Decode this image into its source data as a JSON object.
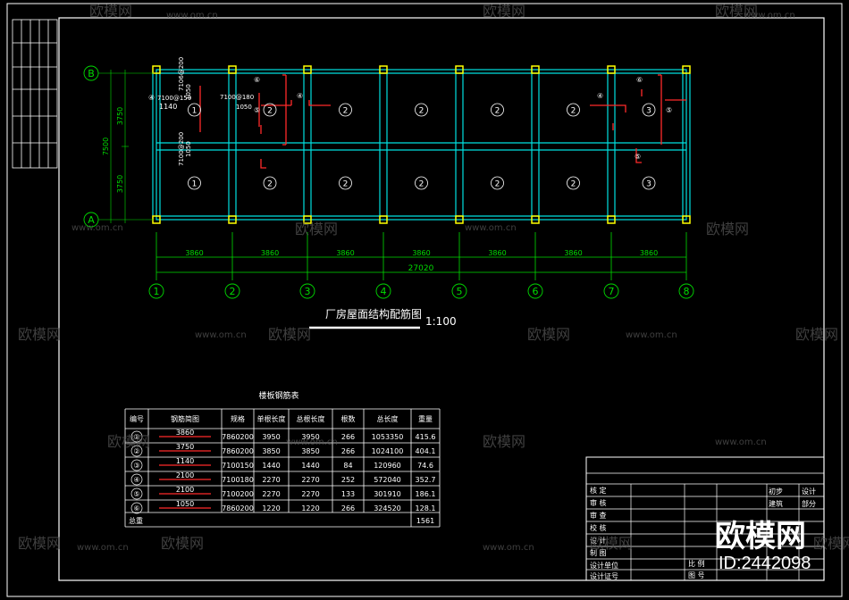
{
  "plan": {
    "axis_rows": [
      "B",
      "A"
    ],
    "axis_cols": [
      "1",
      "2",
      "3",
      "4",
      "5",
      "6",
      "7",
      "8"
    ],
    "col_spacing": [
      "3860",
      "3860",
      "3860",
      "3860",
      "3860",
      "3860",
      "3860"
    ],
    "total_width": "27020",
    "row_spacing": [
      "3750",
      "3750"
    ],
    "total_depth": "7500",
    "slab_ids_top": [
      "1",
      "2",
      "2",
      "2",
      "2",
      "2",
      "3"
    ],
    "slab_ids_bottom": [
      "1",
      "2",
      "2",
      "2",
      "2",
      "2",
      "3"
    ],
    "title": "厂房屋面结构配筋图",
    "scale": "1:100",
    "callouts": {
      "c4": "④",
      "c5": "⑤",
      "c6": "⑥",
      "a1": "7100@150",
      "a2": "1140",
      "a3": "7100@180",
      "a4": "1050",
      "a5": "7106@200",
      "a6": "1050",
      "a7": "7100@200",
      "a8": "1050"
    }
  },
  "rebar_table": {
    "title": "楼板钢筋表",
    "headers": [
      "编号",
      "钢筋简图",
      "规格",
      "单根长度",
      "总根长度",
      "根数",
      "总长度",
      "重量"
    ],
    "rows": [
      {
        "id": "①",
        "sketch": "3860",
        "spec": "7860200",
        "single_len": "3950",
        "len2": "3950",
        "count": "266",
        "total_len": "1053350",
        "weight": "415.6"
      },
      {
        "id": "②",
        "sketch": "3750",
        "spec": "7860200",
        "single_len": "3850",
        "len2": "3850",
        "count": "266",
        "total_len": "1024100",
        "weight": "404.1"
      },
      {
        "id": "③",
        "sketch": "1140",
        "spec": "7100150",
        "single_len": "1440",
        "len2": "1440",
        "count": "84",
        "total_len": "120960",
        "weight": "74.6"
      },
      {
        "id": "④",
        "sketch": "2100",
        "spec": "7100180",
        "single_len": "2270",
        "len2": "2270",
        "count": "252",
        "total_len": "572040",
        "weight": "352.7"
      },
      {
        "id": "⑤",
        "sketch": "2100",
        "spec": "7100200",
        "single_len": "2270",
        "len2": "2270",
        "count": "133",
        "total_len": "301910",
        "weight": "186.1"
      },
      {
        "id": "⑥",
        "sketch": "1050",
        "spec": "7860200",
        "single_len": "1220",
        "len2": "1220",
        "count": "266",
        "total_len": "324520",
        "weight": "128.1"
      }
    ],
    "total_label": "总重",
    "total_weight": "1561"
  },
  "title_block": {
    "rows": [
      "核 定",
      "审 核",
      "审 查",
      "校 核",
      "设 计",
      "制 图",
      "设计单位",
      "设计证号"
    ],
    "right_labels": [
      "初步",
      "设计",
      "建筑",
      "部分"
    ],
    "scale_label": "比 例",
    "drawing_no_label": "图 号"
  },
  "watermark": {
    "brand": "欧模网",
    "site": "www.om.cn",
    "id_text": "ID:2442098"
  },
  "colors": {
    "beam": "#00e0e0",
    "column": "#ffff00",
    "dim": "#00dd00",
    "rebar": "#ff2a2a",
    "line": "#ffffff"
  }
}
